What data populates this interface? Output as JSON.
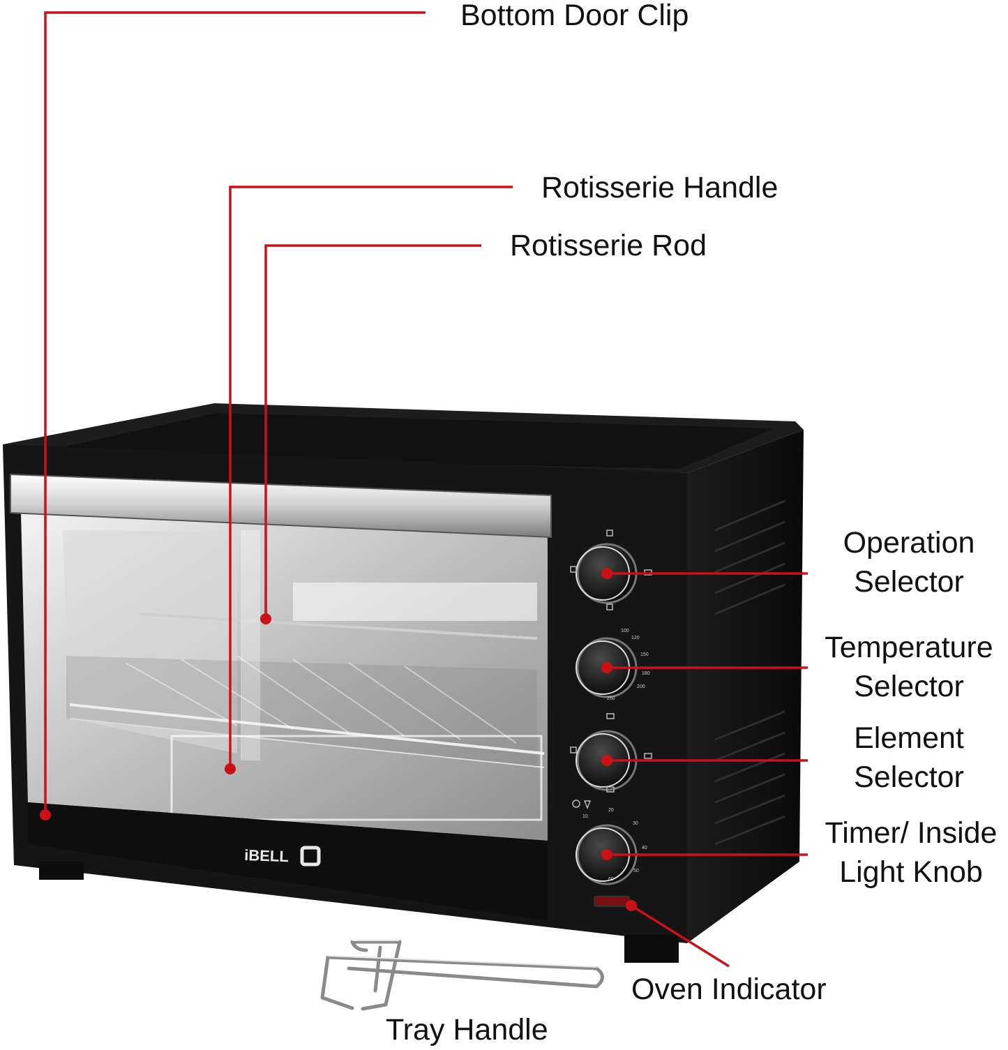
{
  "labels": {
    "bottom_door_clip": "Bottom Door Clip",
    "rotisserie_handle": "Rotisserie Handle",
    "rotisserie_rod": "Rotisserie Rod",
    "operation_selector": [
      "Operation",
      "Selector"
    ],
    "temperature_selector": [
      "Temperature",
      "Selector"
    ],
    "element_selector": [
      "Element",
      "Selector"
    ],
    "timer_light_knob": [
      "Timer/ Inside",
      "Light Knob"
    ],
    "oven_indicator": "Oven Indicator",
    "tray_handle": "Tray Handle"
  },
  "brand_logo": "iBELL",
  "colors": {
    "leader_line": "#cc1016",
    "oven_body": "#151515",
    "label_text": "#111111"
  },
  "dial_scales": {
    "temperature": [
      "100",
      "120",
      "150",
      "180",
      "200",
      "250"
    ],
    "timer": [
      "10",
      "20",
      "30",
      "40",
      "50",
      "60"
    ]
  }
}
